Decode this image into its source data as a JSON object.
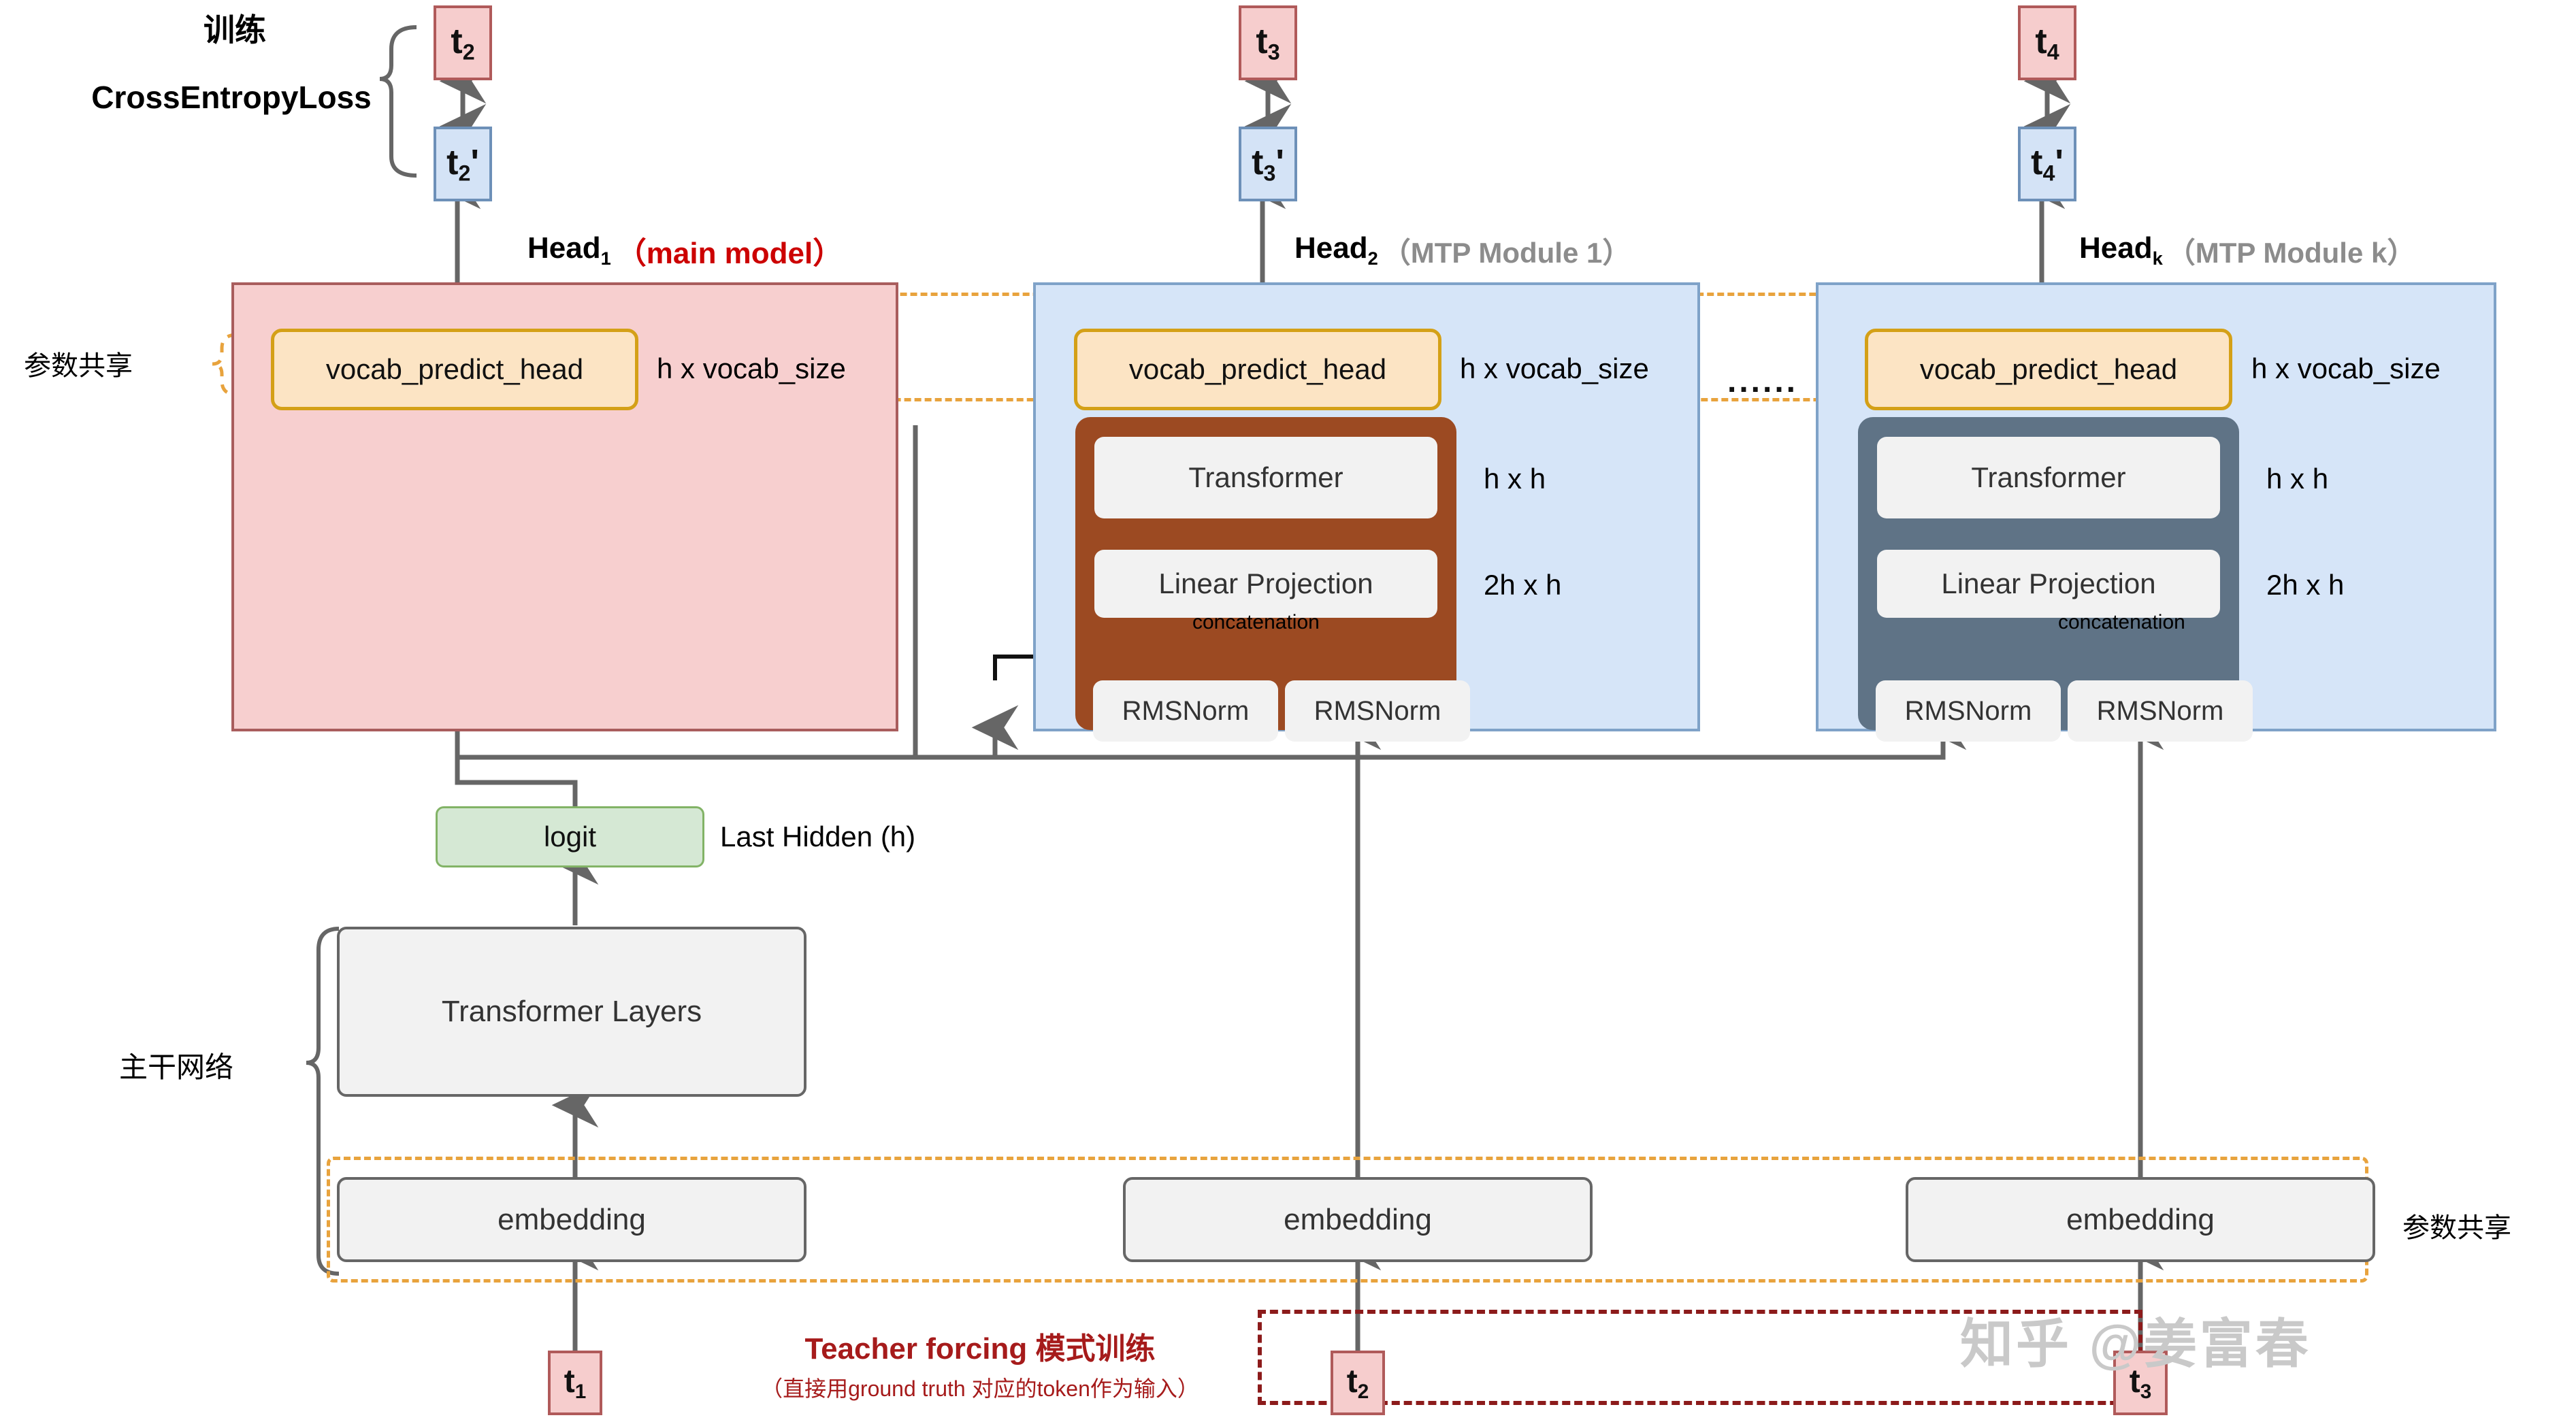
{
  "title_labels": {
    "train": "训练",
    "loss": "CrossEntropyLoss",
    "param_share_left": "参数共享",
    "param_share_right": "参数共享",
    "backbone": "主干网络",
    "last_hidden": "Last Hidden (h)",
    "ellipsis": "......",
    "teacher_forcing_main": "Teacher forcing 模式训练",
    "teacher_forcing_sub": "（直接用ground truth 对应的token作为输入）",
    "watermark": "知乎 @姜富春"
  },
  "heads": [
    {
      "name": "Head",
      "sub": "1",
      "note": "（main model）",
      "note_style": "red",
      "vocab_head": "vocab_predict_head",
      "vocab_dim": "h x vocab_size",
      "target_token": "t",
      "target_sub": "2",
      "pred_token": "t",
      "pred_sub": "2",
      "pred_prime": "'"
    },
    {
      "name": "Head",
      "sub": "2",
      "note": "（MTP Module 1）",
      "note_style": "grey",
      "vocab_head": "vocab_predict_head",
      "vocab_dim": "h x vocab_size",
      "target_token": "t",
      "target_sub": "3",
      "pred_token": "t",
      "pred_sub": "3",
      "pred_prime": "'",
      "transformer": "Transformer",
      "transformer_dim": "h x h",
      "linear": "Linear Projection",
      "linear_dim": "2h x h",
      "concat": "concatenation",
      "norm_left": "RMSNorm",
      "norm_right": "RMSNorm"
    },
    {
      "name": "Head",
      "sub": "k",
      "note": "（MTP Module k）",
      "note_style": "grey",
      "vocab_head": "vocab_predict_head",
      "vocab_dim": "h x vocab_size",
      "target_token": "t",
      "target_sub": "4",
      "pred_token": "t",
      "pred_sub": "4",
      "pred_prime": "'",
      "transformer": "Transformer",
      "transformer_dim": "h x h",
      "linear": "Linear Projection",
      "linear_dim": "2h x h",
      "concat": "concatenation",
      "norm_left": "RMSNorm",
      "norm_right": "RMSNorm"
    }
  ],
  "backbone": {
    "logit": "logit",
    "transformer_layers": "Transformer Layers",
    "embedding": "embedding"
  },
  "embeddings": [
    {
      "label": "embedding",
      "input_token": "t",
      "input_sub": "1"
    },
    {
      "label": "embedding",
      "input_token": "t",
      "input_sub": "2"
    },
    {
      "label": "embedding",
      "input_token": "t",
      "input_sub": "3"
    }
  ],
  "colors": {
    "main_panel_fill": "#f7cfcf",
    "main_panel_border": "#a95d5d",
    "mtp_panel_fill": "#d6e5f8",
    "mtp_panel_border": "#7fa2c8",
    "vocab_head_fill": "#fce4c4",
    "vocab_head_border": "#d4a017",
    "mtp1_inner": "#9c4a22",
    "mtpk_inner": "#5f7386",
    "logit_fill": "#d5e8d4",
    "logit_border": "#82b366",
    "gt_token_fill": "#f6cdcd",
    "gt_token_border": "#b05a5a",
    "pred_token_fill": "#d4e3f6",
    "pred_token_border": "#6d90b8",
    "accent_red": "#cc0000",
    "accent_dark_red": "#8c1b1b",
    "dashed_orange": "#e8a33d",
    "grey_line": "#666666"
  }
}
